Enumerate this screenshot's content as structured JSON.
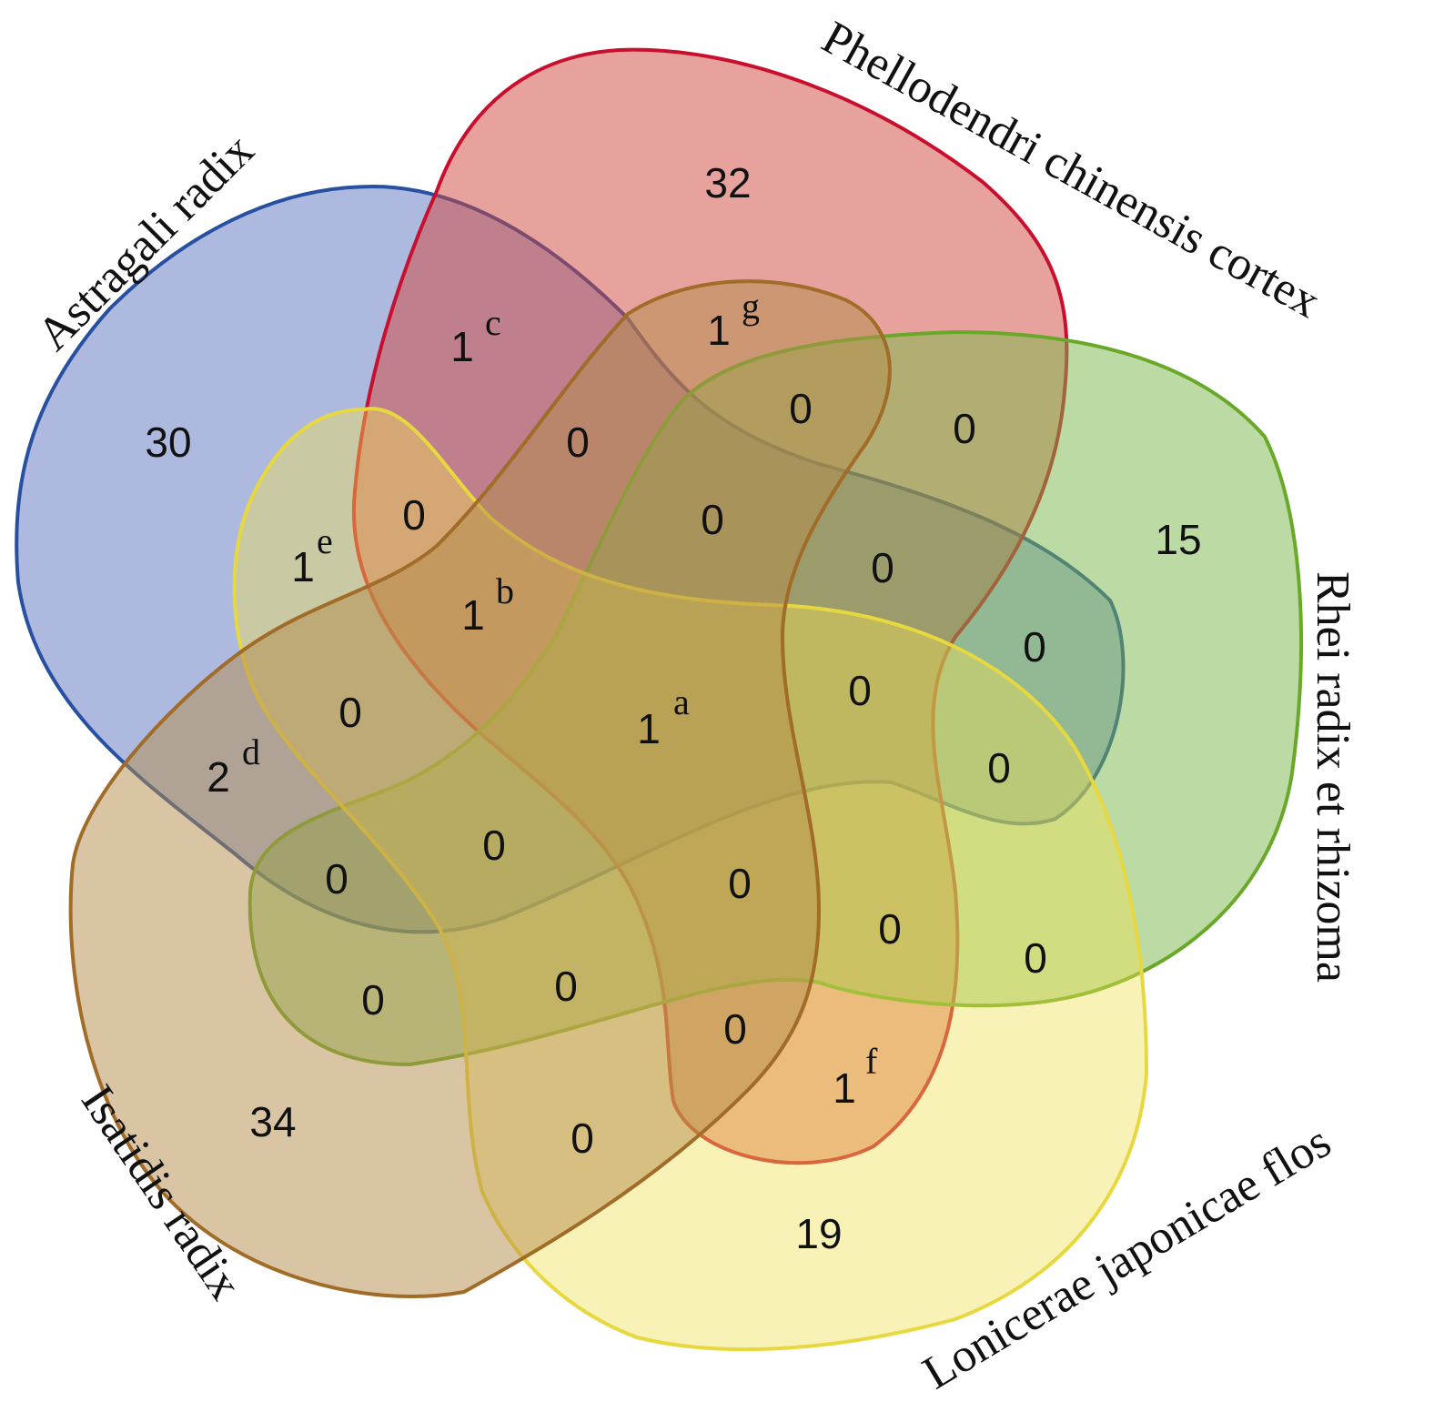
{
  "sets": [
    {
      "name": "Astragali radix",
      "fill": "#5b73be",
      "stroke": "#2850a0"
    },
    {
      "name": "Phellodendri chinensis cortex",
      "fill": "#d2463c",
      "stroke": "#c8102e"
    },
    {
      "name": "Rhei radix et rhizoma",
      "fill": "#7ab84a",
      "stroke": "#6aa82a"
    },
    {
      "name": "Lonicerae japonicae flos",
      "fill": "#f0e050",
      "stroke": "#e8d840"
    },
    {
      "name": "Isatidis radix",
      "fill": "#b48c4a",
      "stroke": "#a06c28"
    }
  ],
  "regions": [
    {
      "value": "30"
    },
    {
      "value": "32"
    },
    {
      "value": "15"
    },
    {
      "value": "19"
    },
    {
      "value": "34"
    },
    {
      "value": "1",
      "sup": "c"
    },
    {
      "value": "1",
      "sup": "g"
    },
    {
      "value": "1",
      "sup": "e"
    },
    {
      "value": "1",
      "sup": "b"
    },
    {
      "value": "1",
      "sup": "a"
    },
    {
      "value": "2",
      "sup": "d"
    },
    {
      "value": "1",
      "sup": "f"
    },
    {
      "value": "0"
    },
    {
      "value": "0"
    },
    {
      "value": "0"
    },
    {
      "value": "0"
    },
    {
      "value": "0"
    },
    {
      "value": "0"
    },
    {
      "value": "0"
    },
    {
      "value": "0"
    },
    {
      "value": "0"
    },
    {
      "value": "0"
    },
    {
      "value": "0"
    },
    {
      "value": "0"
    },
    {
      "value": "0"
    },
    {
      "value": "0"
    },
    {
      "value": "0"
    },
    {
      "value": "0"
    },
    {
      "value": "0"
    },
    {
      "value": "0"
    },
    {
      "value": "0"
    }
  ]
}
